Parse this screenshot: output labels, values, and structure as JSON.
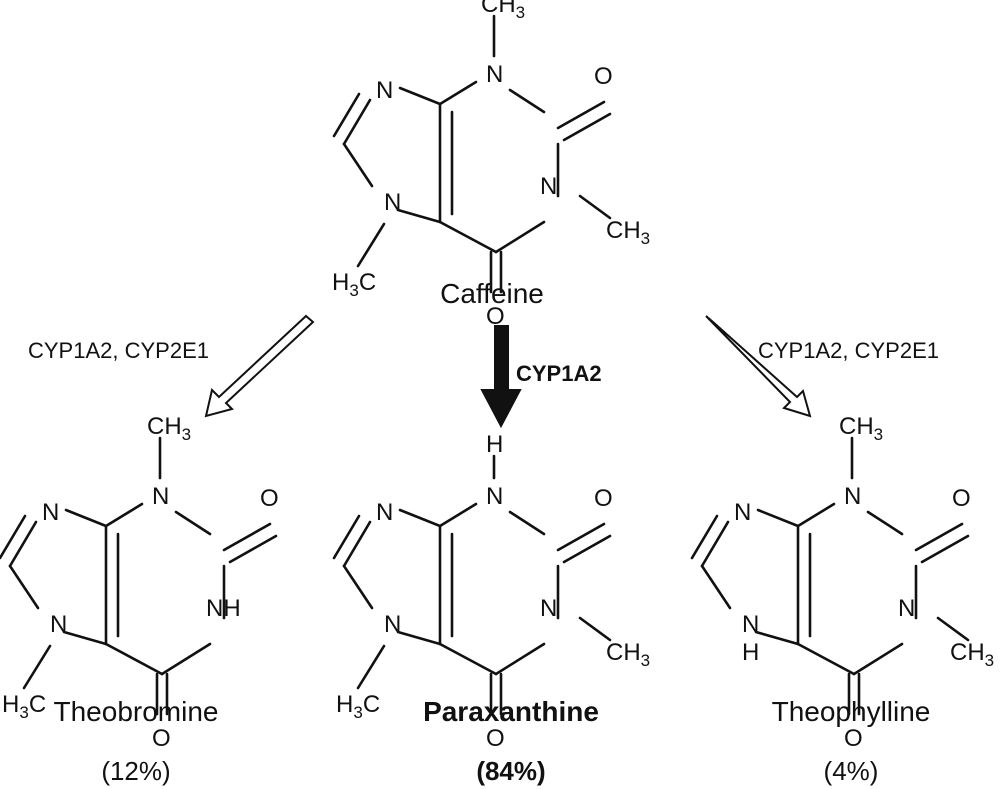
{
  "atoms": {
    "n": "N",
    "nh": "NH",
    "hn": "HN",
    "h": "H",
    "o": "O",
    "ch3_left": "CH",
    "ch3_right": "CH",
    "h3c_left": "H",
    "h3c_right": "C",
    "sub3": "3"
  },
  "molecules": [
    {
      "id": "caffeine",
      "name": "Caffeine",
      "pct": ""
    },
    {
      "id": "theobromine",
      "name": "Theobromine",
      "pct": "(12%)"
    },
    {
      "id": "paraxanthine",
      "name": "Paraxanthine",
      "pct": "(84%)"
    },
    {
      "id": "theophylline",
      "name": "Theophylline",
      "pct": "(4%)"
    }
  ],
  "pathways": [
    {
      "id": "to-theobromine",
      "enzyme": "CYP1A2, CYP2E1",
      "arrow_style": "hollow"
    },
    {
      "id": "to-paraxanthine",
      "enzyme": "CYP1A2",
      "arrow_style": "bold-filled"
    },
    {
      "id": "to-theophylline",
      "enzyme": "CYP1A2, CYP2E1",
      "arrow_style": "hollow"
    }
  ],
  "colors": {
    "ink": "#111111",
    "background": "#ffffff"
  }
}
